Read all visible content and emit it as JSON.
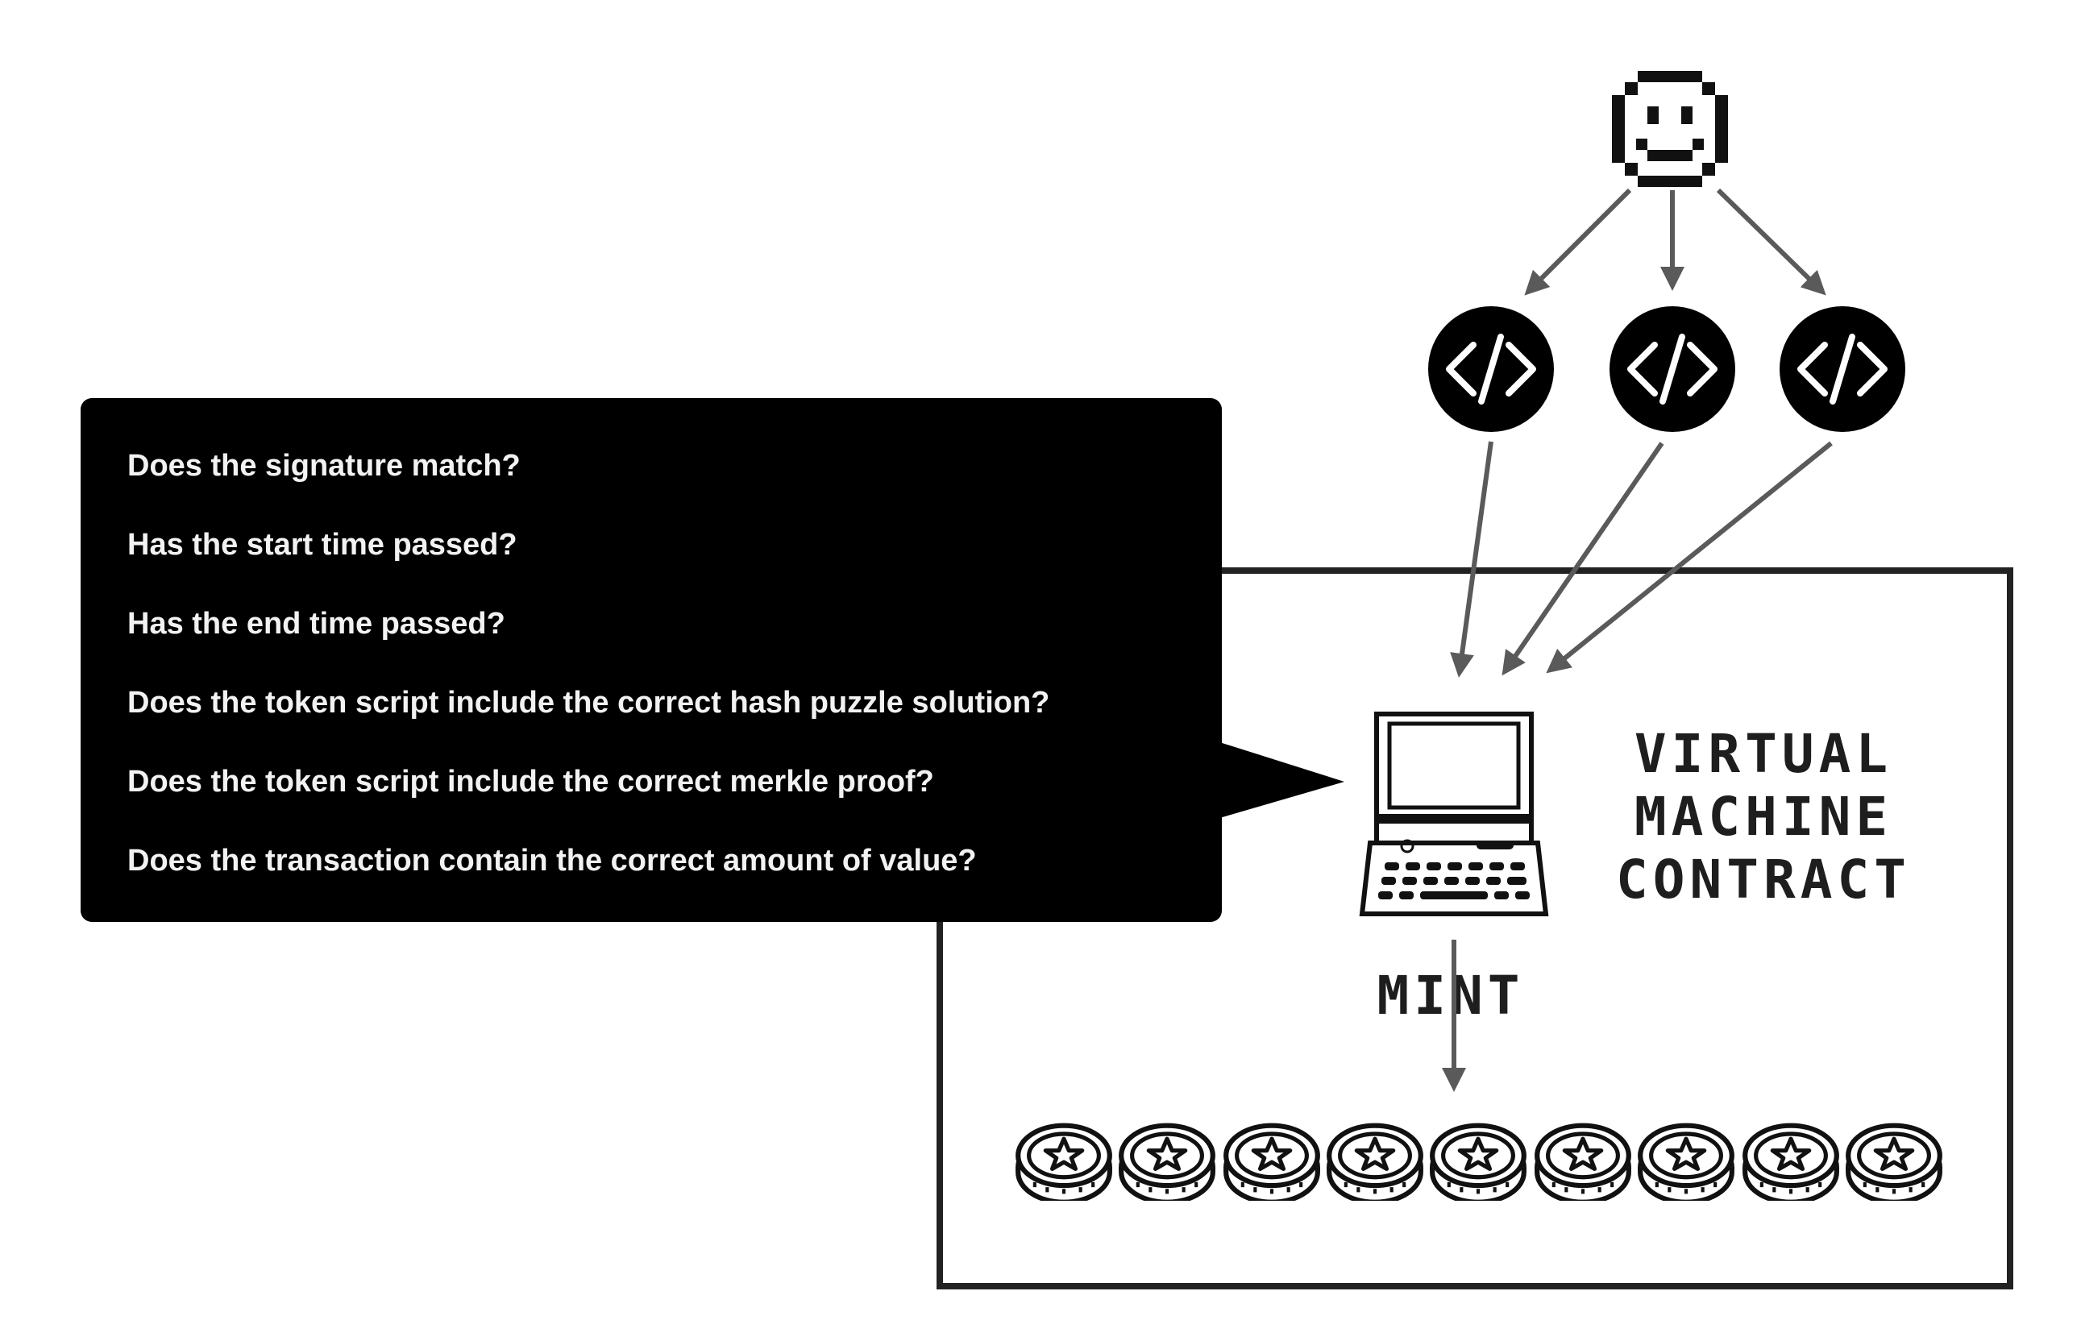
{
  "questions": [
    "Does the signature match?",
    "Has the start time passed?",
    "Has the end time passed?",
    "Does the token script include the correct hash puzzle solution?",
    "Does the token script include the correct merkle proof?",
    "Does the transaction contain the correct amount of value?"
  ],
  "contract": {
    "title_lines": [
      "VIRTUAL",
      "MACHINE",
      "CONTRACT"
    ],
    "mint_label": "MINT"
  },
  "icons": {
    "user": "smiley-face-icon",
    "script": "code-icon",
    "computer": "retro-computer-icon",
    "token": "star-coin-icon"
  },
  "counts": {
    "scripts": 3,
    "coins": 9
  },
  "colors": {
    "background": "#ffffff",
    "bubble": "#000000",
    "bubble_text": "#f2f2f2",
    "arrow": "#5a5a5a",
    "frame": "#222222"
  }
}
